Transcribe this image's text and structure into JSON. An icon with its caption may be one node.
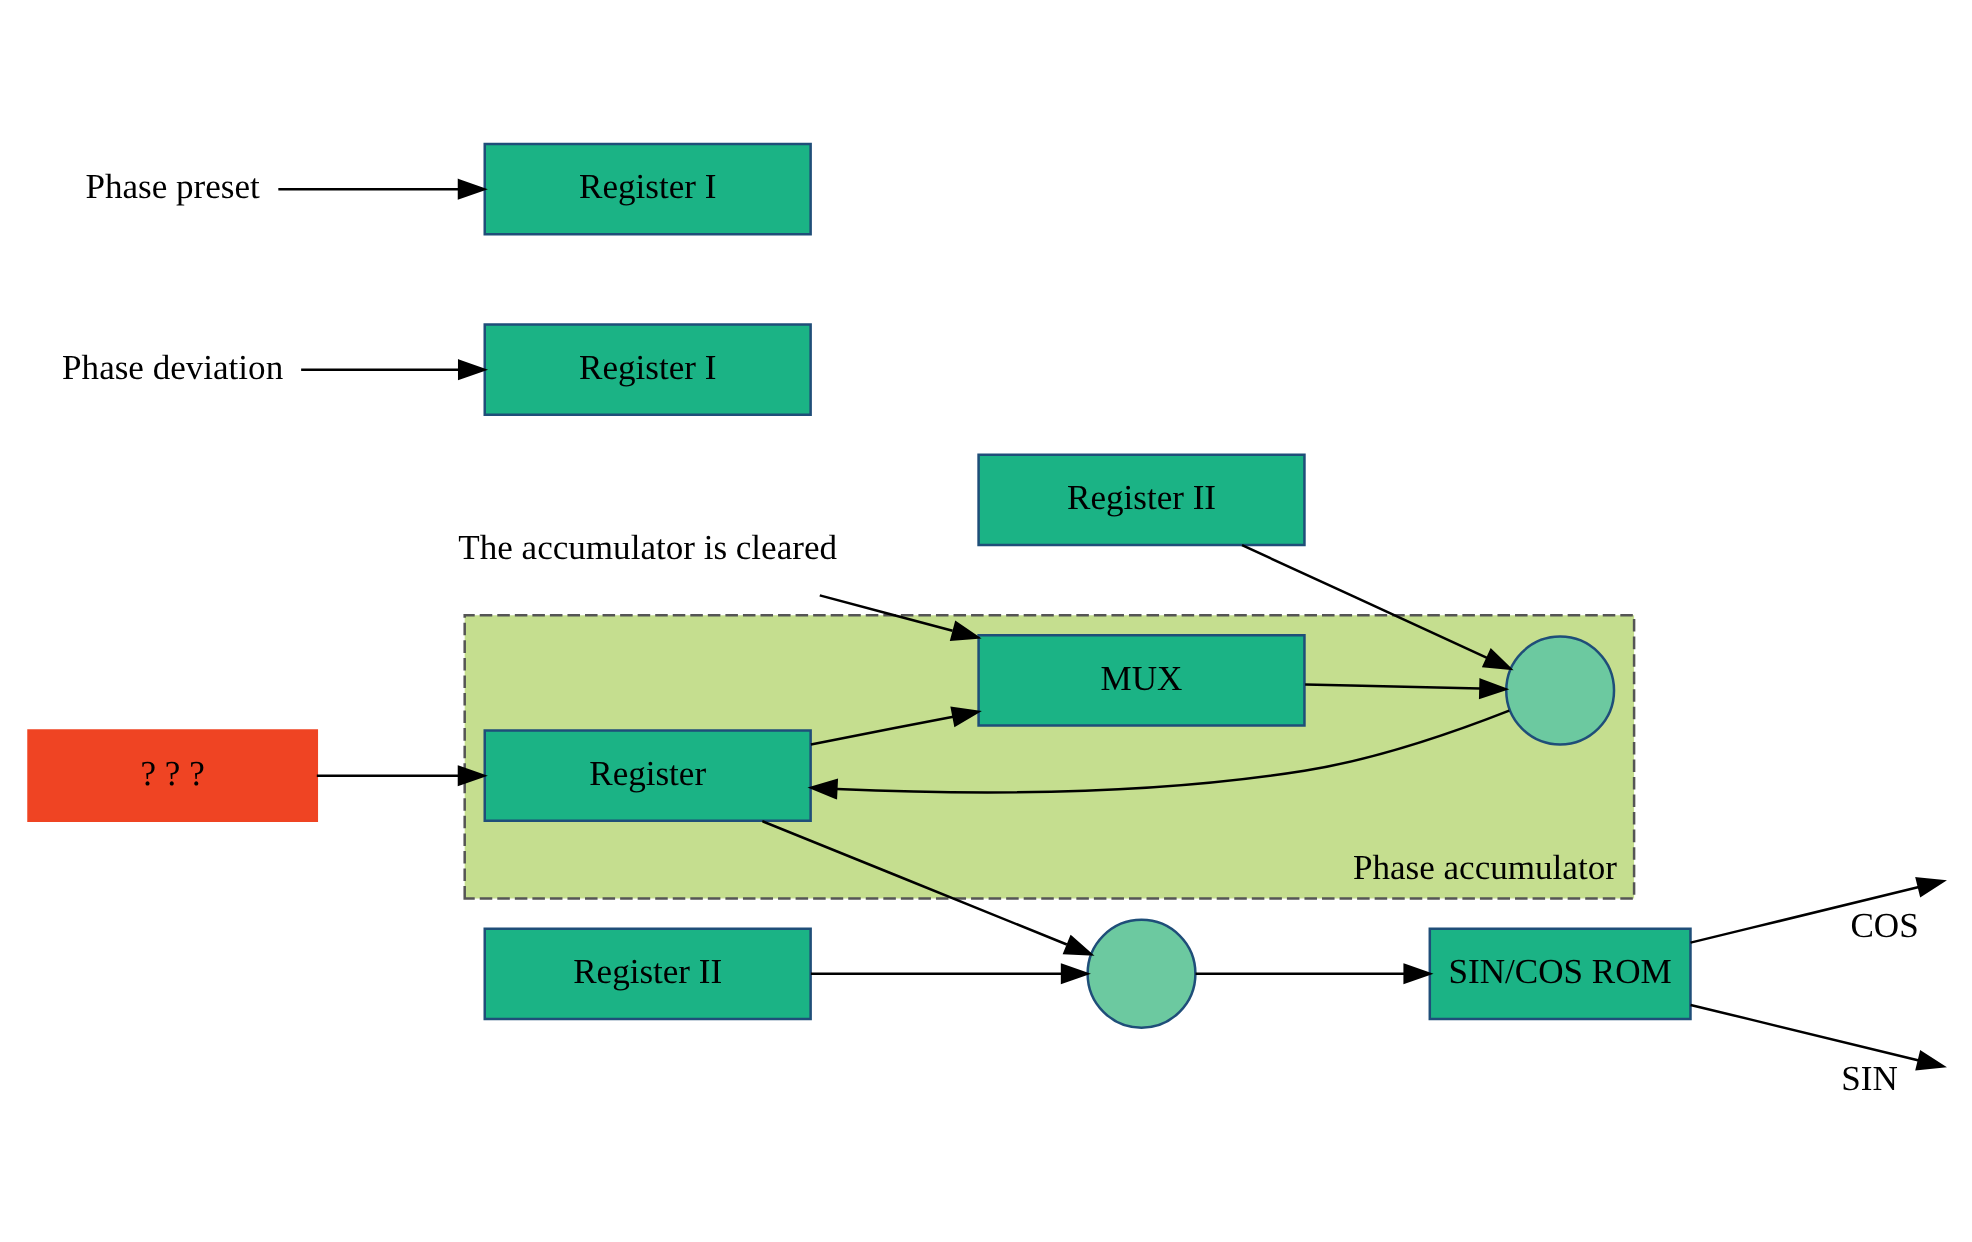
{
  "diagram": {
    "nodes": [
      {
        "text": [
          "Phase accumulator"
        ]
      },
      {
        "text": [
          "SIN/COS ROM"
        ]
      },
      {
        "text": [
          "Register I"
        ]
      },
      {
        "text": [
          "Register II"
        ]
      },
      {
        "text": [],
        "shape": "circle"
      },
      {
        "text": [
          "Phase deviation"
        ]
      },
      {
        "text": [
          "The accumulator is cleared"
        ]
      },
      {
        "text": [
          "? ? ?"
        ]
      },
      {
        "text": [
          "Register"
        ],
        "in": 0
      },
      {
        "text": [
          "MUX"
        ],
        "in": 0
      },
      {
        "text": [],
        "shape": "circle",
        "in": 0
      },
      {
        "text": [
          "Phase preset"
        ]
      },
      {
        "text": [
          "Register I"
        ]
      },
      {
        "text": [
          "Register II"
        ]
      }
    ],
    "edges": [
      {
        "from": 1,
        "to": null,
        "arrow": "to",
        "label": "COS"
      },
      {
        "from": 1,
        "to": null,
        "arrow": "to",
        "label": "SIN"
      },
      {
        "from": 5,
        "to": 2,
        "arrow": "to"
      },
      {
        "from": 3,
        "to": 4,
        "arrow": "to"
      },
      {
        "from": 4,
        "to": 1,
        "arrow": "to"
      },
      {
        "from": 6,
        "to": 9,
        "arrow": "to"
      },
      {
        "from": 8,
        "to": 4,
        "arrow": "to"
      },
      {
        "from": 8,
        "to": 9,
        "arrow": "to"
      },
      {
        "from": 7,
        "to": 8,
        "arrow": "to"
      },
      {
        "from": 11,
        "to": 12,
        "arrow": "to"
      },
      {
        "from": 13,
        "to": 10,
        "arrow": "to"
      },
      {
        "from": 10,
        "to": 8,
        "arrow": "to"
      },
      {
        "from": 9,
        "to": 10,
        "arrow": "to"
      }
    ]
  }
}
